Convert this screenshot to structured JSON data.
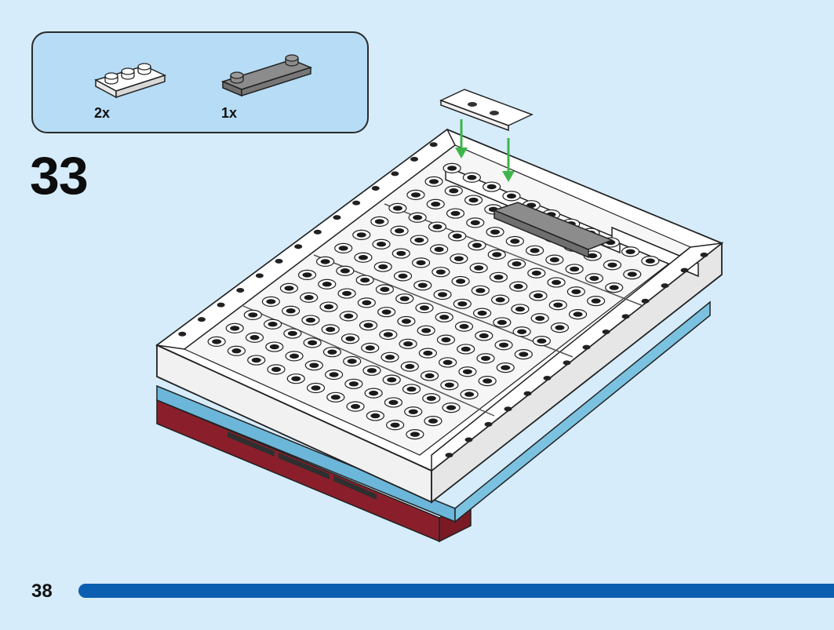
{
  "step": {
    "number": "33"
  },
  "parts": [
    {
      "qty": "2x",
      "name": "white-plate-1x3-icon",
      "color": "#ffffff"
    },
    {
      "qty": "1x",
      "name": "gray-plate-1x4-with-2-studs-icon",
      "color": "#8c8c8c"
    }
  ],
  "page": {
    "number": "38"
  },
  "colors": {
    "background": "#d6ecfb",
    "parts_box": "#b7dcf6",
    "progress_bar": "#0a5fb1",
    "arrow": "#3cb54a",
    "base_blue": "#6cb6d9",
    "base_red": "#8a1f2b"
  }
}
